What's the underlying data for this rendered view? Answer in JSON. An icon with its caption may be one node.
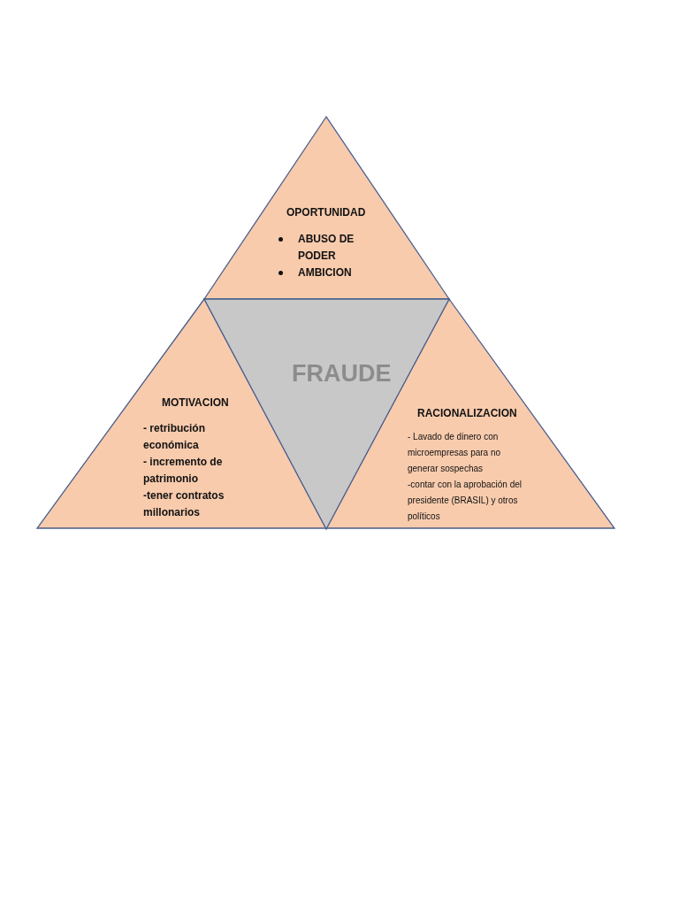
{
  "diagram": {
    "nodes": [
      {
        "text": [
          "OPORTUNIDAD",
          "ABUSO DE PODER",
          "AMBICION"
        ]
      },
      {
        "text": [
          "FRAUDE"
        ]
      },
      {
        "text": [
          "MOTIVACION",
          "- retribución económica",
          "- incremento de patrimonio",
          "-tener contratos millonarios"
        ]
      },
      {
        "text": [
          "RACIONALIZACION",
          "- Lavado de dinero con microempresas para no generar sospechas",
          "-contar con la aprobación del presidente (BRASIL) y otros políticos"
        ]
      }
    ],
    "edges": []
  }
}
